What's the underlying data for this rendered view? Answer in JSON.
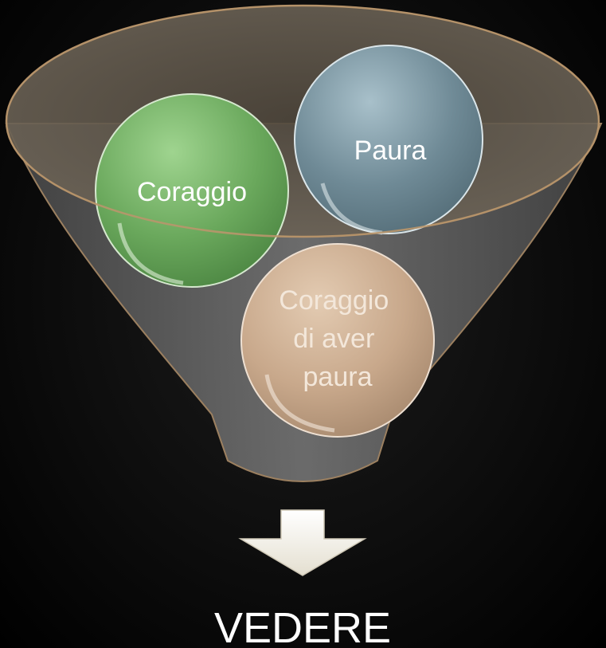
{
  "funnel": {
    "items": [
      {
        "label_lines": [
          "Coraggio"
        ],
        "color": "#6aa85c"
      },
      {
        "label_lines": [
          "Paura"
        ],
        "color": "#6f8a96"
      },
      {
        "label_lines": [
          "Coraggio",
          "di aver",
          "paura"
        ],
        "color": "#c8a88b"
      }
    ],
    "rim_color": "#c9a57c",
    "body_color": "#6b6b6b"
  },
  "result": {
    "label": "VEDERE",
    "arrow_icon": "arrow-down-icon",
    "arrow_color": "#f1ede2"
  }
}
